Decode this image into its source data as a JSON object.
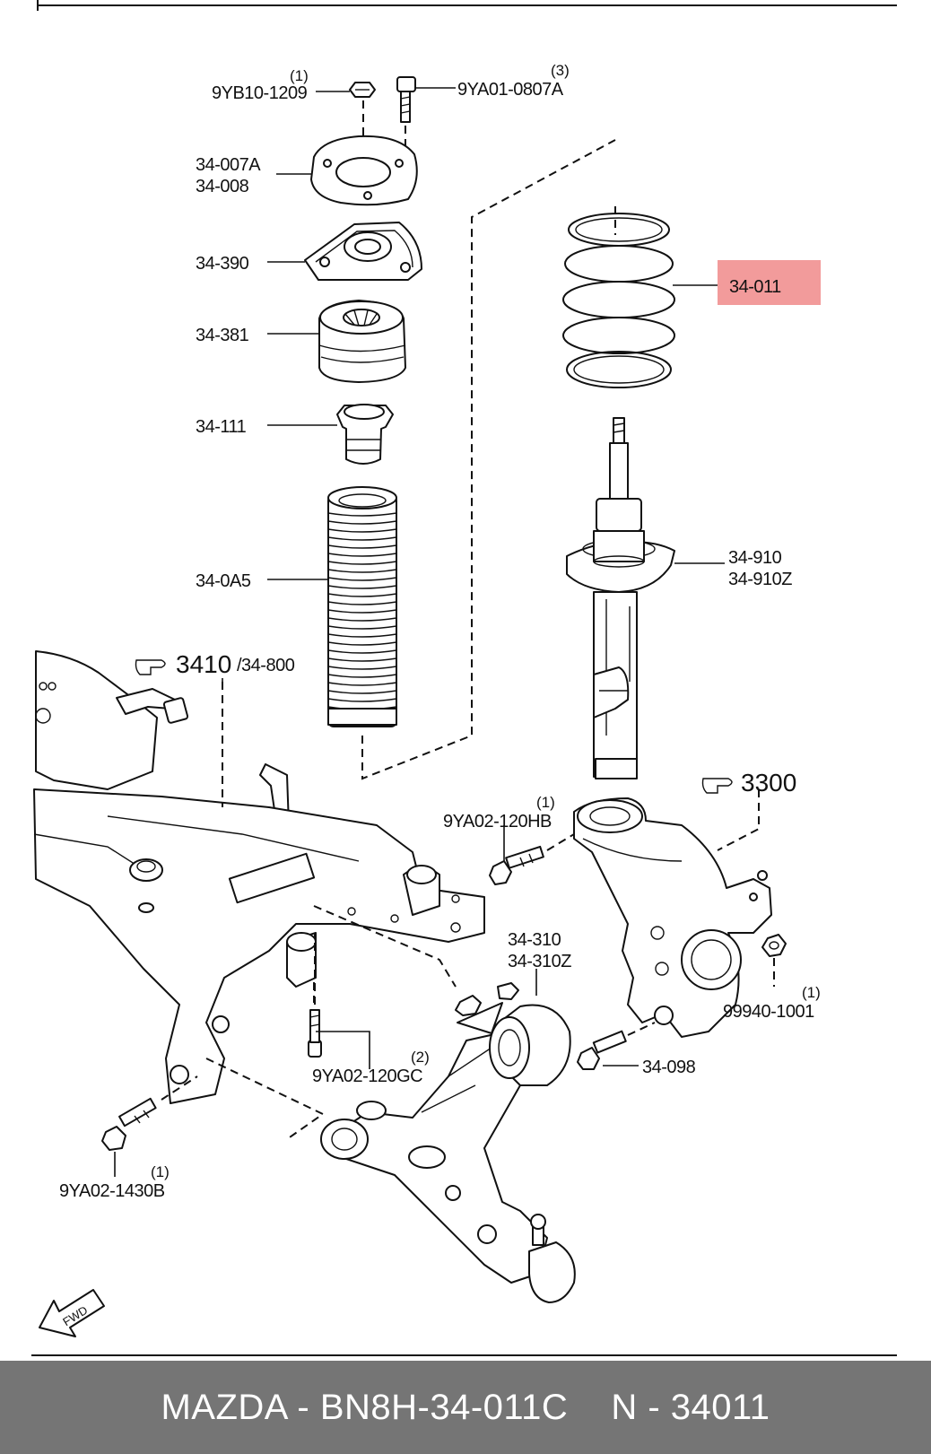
{
  "labels": {
    "nut_top_qty": "(1)",
    "nut_top": "9YB10-1209",
    "bolt_top_qty": "(3)",
    "bolt_top": "9YA01-0807A",
    "mount_plate_a": "34-007A",
    "mount_plate_b": "34-008",
    "mount_seat": "34-390",
    "bearing": "34-381",
    "bump_stop": "34-111",
    "dust_boot": "34-0A5",
    "spring": "34-011",
    "strut_a": "34-910",
    "strut_b": "34-910Z",
    "ref_subframe_num": "3410",
    "ref_subframe_sub": "/34-800",
    "ref_knuckle_num": "3300",
    "bolt_knuckle_qty": "(1)",
    "bolt_knuckle": "9YA02-120HB",
    "arm_a": "34-310",
    "arm_b": "34-310Z",
    "nut_knuckle_qty": "(1)",
    "nut_knuckle": "99940-1001",
    "bolt_arm_qty": "(2)",
    "bolt_arm": "9YA02-120GC",
    "balljoint_bolt": "34-098",
    "bolt_front_qty": "(1)",
    "bolt_front": "9YA02-1430B",
    "fwd": "FWD"
  },
  "highlight_part": "34-011",
  "footer": {
    "left": "MAZDA - BN8H-34-011C",
    "right": "N - 34011"
  }
}
